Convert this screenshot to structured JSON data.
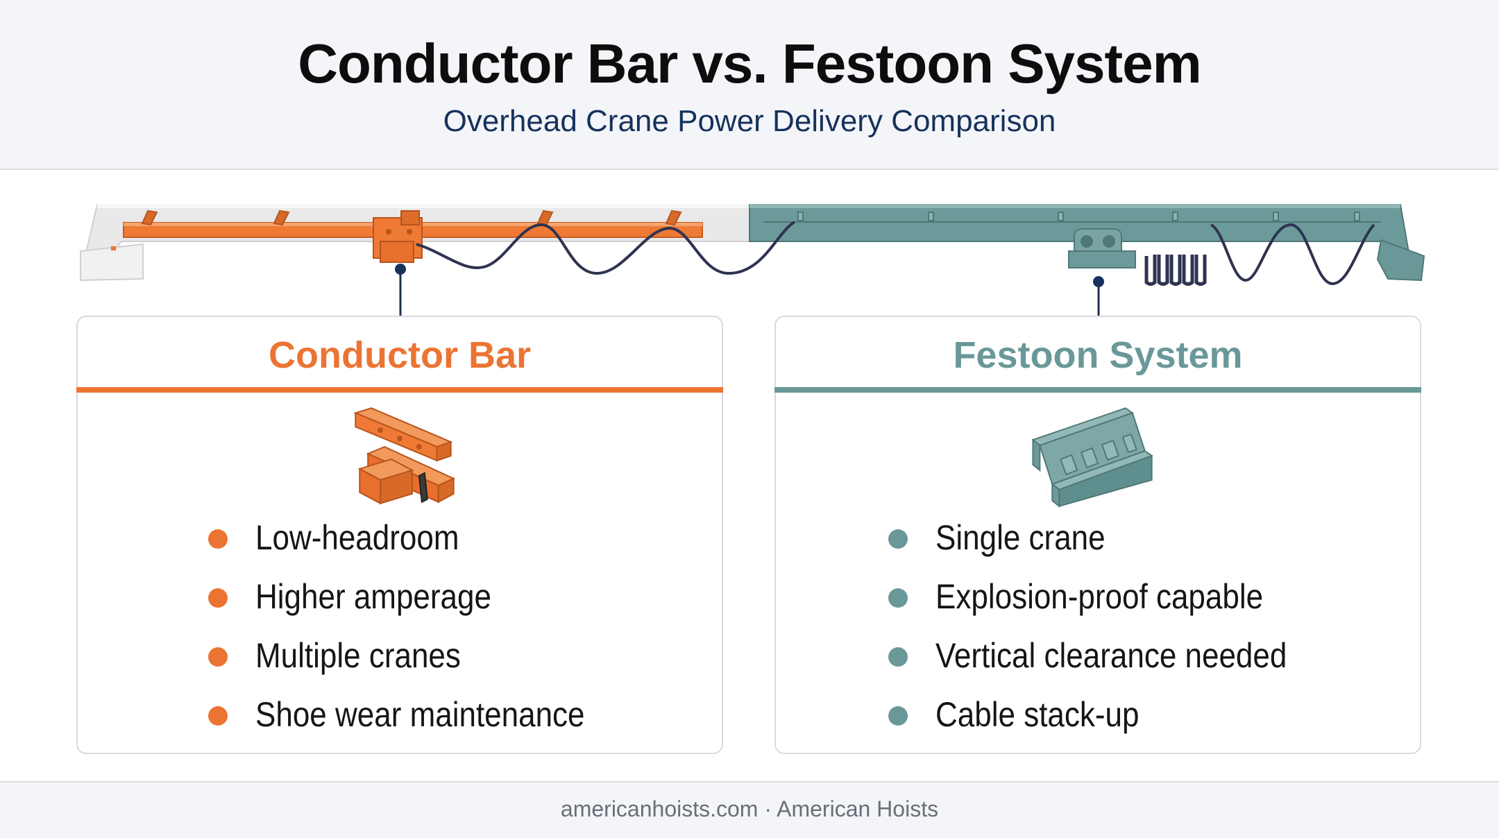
{
  "header": {
    "title": "Conductor Bar vs. Festoon System",
    "subtitle": "Overhead Crane Power Delivery Comparison"
  },
  "colors": {
    "conductor_accent": "#ec7433",
    "festoon_accent": "#6a9898",
    "cable": "#2e3350",
    "rail_light": "#efefef",
    "rail_teal": "#6c9a9a"
  },
  "cards": [
    {
      "title": "Conductor Bar",
      "icon": "collector-shoe-icon",
      "bullets": [
        "Low-headroom",
        "Higher amperage",
        "Multiple cranes",
        "Shoe wear maintenance"
      ]
    },
    {
      "title": "Festoon System",
      "icon": "cable-track-icon",
      "bullets": [
        "Single crane",
        "Explosion-proof capable",
        "Vertical clearance needed",
        "Cable stack-up"
      ]
    }
  ],
  "footer": {
    "text": "americanhoists.com · American Hoists"
  }
}
